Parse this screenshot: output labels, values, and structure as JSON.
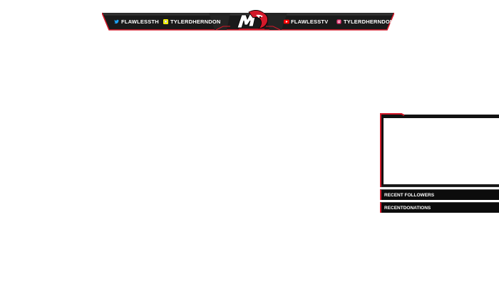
{
  "banner": {
    "left": [
      {
        "icon": "twitter-icon",
        "handle": "FLAWLESSTH"
      },
      {
        "icon": "snapchat-icon",
        "handle": "TYLERDHERNDON"
      }
    ],
    "right": [
      {
        "icon": "youtube-icon",
        "handle": "FLAWLESSTV"
      },
      {
        "icon": "instagram-icon",
        "handle": "TYLERDHERNDON"
      }
    ],
    "logo_icon": "bird-mascot-logo-icon"
  },
  "panels": {
    "recent_followers": "RECENT FOLLOWERS",
    "recent_donations": "RECENTDONATIONS"
  },
  "colors": {
    "accent_red": "#d3192a",
    "bar_black": "#0c0c0c",
    "twitter_blue": "#1da1f2",
    "snapchat_yellow": "#fffc00",
    "youtube_red": "#ff0000",
    "instagram_pink": "#e1306c"
  }
}
